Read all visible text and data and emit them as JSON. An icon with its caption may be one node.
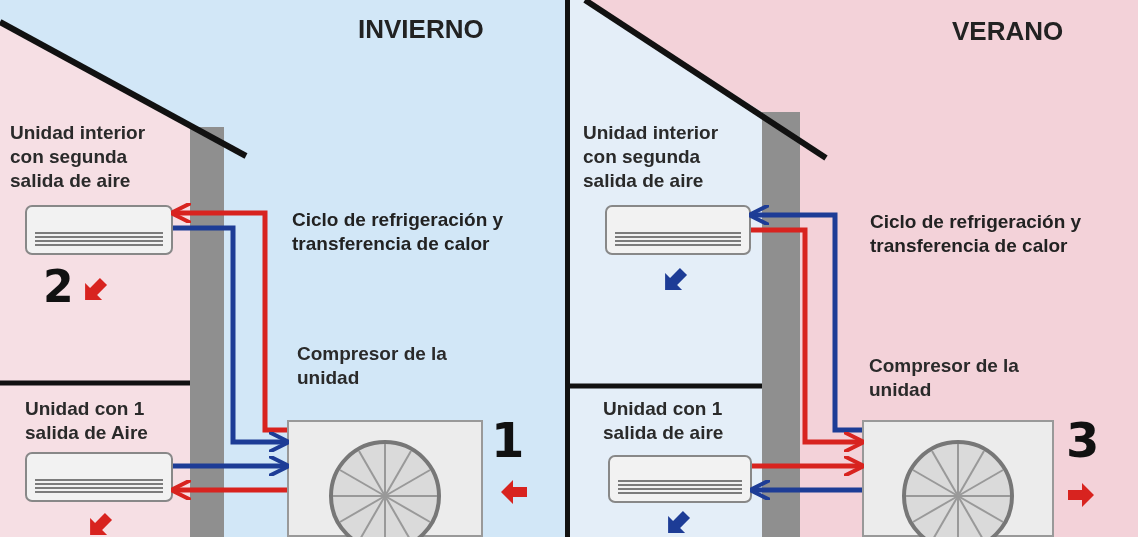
{
  "diagram": {
    "nodes": [
      {
        "text": [],
        "shape": "picture",
        "beside": [
          "Unidad interior con segunda salida de aire",
          "2"
        ]
      },
      {
        "text": [],
        "shape": "picture",
        "beside": [
          "Unidad con 1 salida de Aire"
        ]
      },
      {
        "text": [],
        "shape": "picture",
        "beside": [
          "Compresor de la unidad",
          "1"
        ]
      },
      {
        "text": [],
        "shape": "picture",
        "beside": [
          "Unidad interior con segunda salida de aire"
        ]
      },
      {
        "text": [],
        "shape": "picture",
        "beside": [
          "Unidad con 1 salida de aire"
        ]
      },
      {
        "text": [],
        "shape": "picture",
        "beside": [
          "Compresor de la unidad",
          "3"
        ]
      }
    ],
    "edges": [
      {
        "from": 2,
        "to": 0,
        "arrow": "to",
        "color": "#d8231f"
      },
      {
        "from": 0,
        "to": 2,
        "arrow": "to",
        "color": "#1d3c96"
      },
      {
        "from": 1,
        "to": 2,
        "arrow": "to",
        "color": "#1d3c96"
      },
      {
        "from": 2,
        "to": 1,
        "arrow": "to",
        "color": "#d8231f"
      },
      {
        "from": 5,
        "to": 3,
        "arrow": "to",
        "color": "#1d3c96"
      },
      {
        "from": 3,
        "to": 5,
        "arrow": "to",
        "color": "#d8231f"
      },
      {
        "from": 4,
        "to": 5,
        "arrow": "to",
        "color": "#d8231f"
      },
      {
        "from": 5,
        "to": 4,
        "arrow": "to",
        "color": "#1d3c96"
      }
    ],
    "labels": [
      "INVIERNO",
      "Ciclo de refrigeración y transferencia de calor",
      "VERANO",
      "Ciclo de refrigeración y transferencia de calor"
    ]
  }
}
